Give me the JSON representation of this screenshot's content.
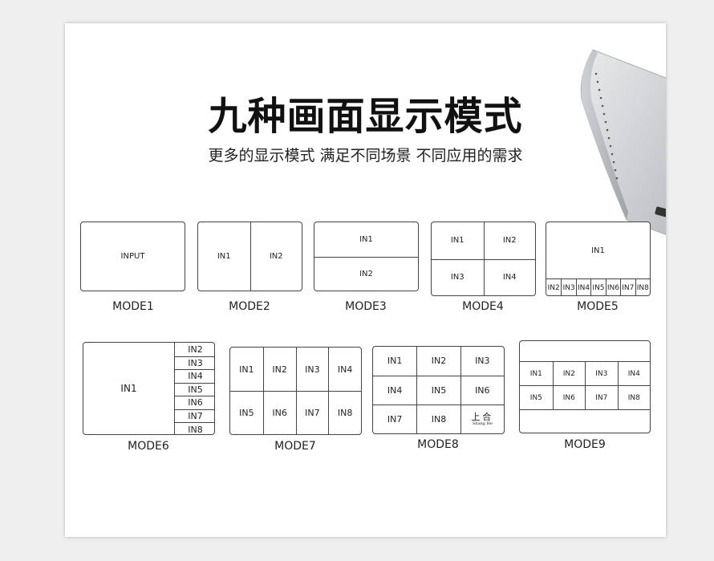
{
  "title": "九种画面显示模式",
  "subtitle": "更多的显示模式  满足不同场景 不同应用的需求",
  "modes": {
    "m1": {
      "label": "MODE1",
      "cells": [
        "INPUT"
      ]
    },
    "m2": {
      "label": "MODE2",
      "cells": [
        "IN1",
        "IN2"
      ]
    },
    "m3": {
      "label": "MODE3",
      "cells": [
        "IN1",
        "IN2"
      ]
    },
    "m4": {
      "label": "MODE4",
      "cells": [
        "IN1",
        "IN2",
        "IN3",
        "IN4"
      ]
    },
    "m5": {
      "label": "MODE5",
      "cells": [
        "IN1",
        "IN2",
        "IN3",
        "IN4",
        "IN5",
        "IN6",
        "IN7",
        "IN8"
      ]
    },
    "m6": {
      "label": "MODE6",
      "cells": [
        "IN1",
        "IN2",
        "IN3",
        "IN4",
        "IN5",
        "IN6",
        "IN7",
        "IN8"
      ]
    },
    "m7": {
      "label": "MODE7",
      "cells": [
        "IN1",
        "IN2",
        "IN3",
        "IN4",
        "IN5",
        "IN6",
        "IN7",
        "IN8"
      ]
    },
    "m8": {
      "label": "MODE8",
      "cells": [
        "IN1",
        "IN2",
        "IN3",
        "IN4",
        "IN5",
        "IN6",
        "IN7",
        "IN8"
      ],
      "logo_cn": "上合",
      "logo_en": "Shang He"
    },
    "m9": {
      "label": "MODE9",
      "cells": [
        "IN1",
        "IN2",
        "IN3",
        "IN4",
        "IN5",
        "IN6",
        "IN7",
        "IN8"
      ]
    }
  }
}
